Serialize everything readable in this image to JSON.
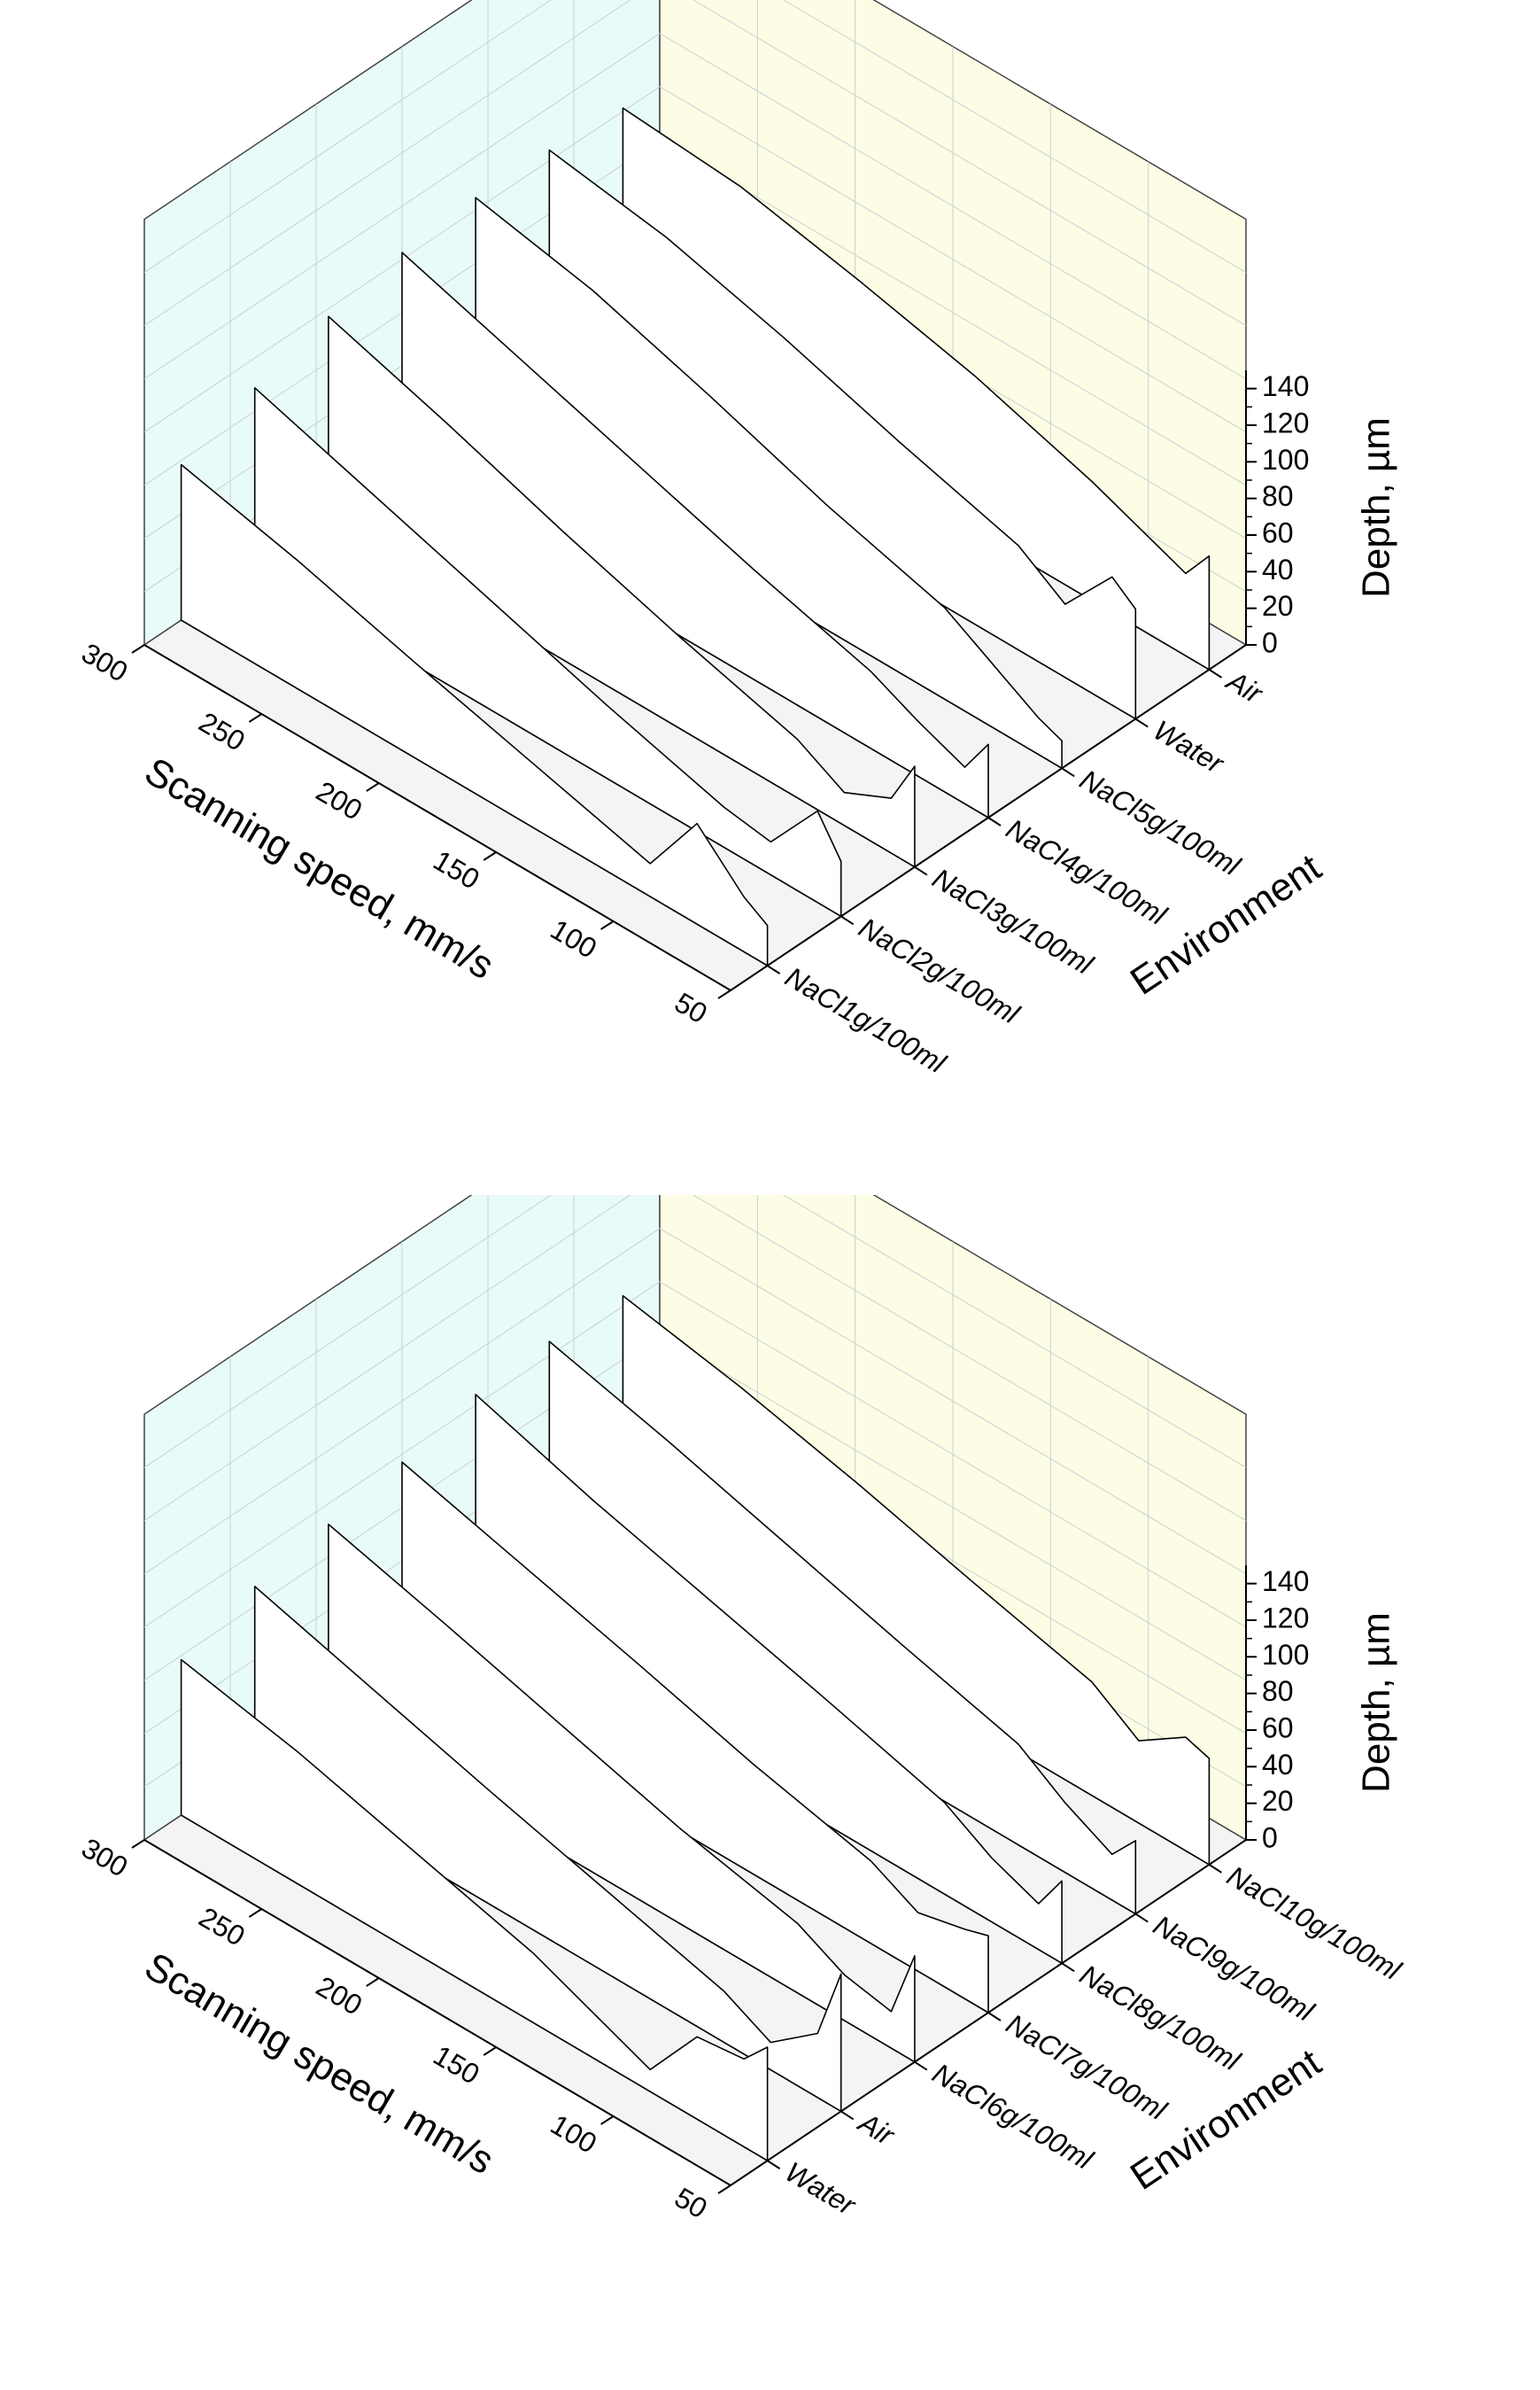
{
  "chart_data": [
    {
      "type": "area",
      "projection": "3d-waterfall",
      "title": "",
      "xlabel": "Scanning speed, mm/s",
      "ylabel": "Environment",
      "zlabel": "Depth, µm",
      "xlim": [
        50,
        300
      ],
      "zlim": [
        0,
        150
      ],
      "x_ticks": [
        "50",
        "100",
        "150",
        "200",
        "250",
        "300"
      ],
      "z_ticks": [
        "0",
        "20",
        "40",
        "60",
        "80",
        "100",
        "120",
        "140"
      ],
      "categories": [
        "NaCl1g/100ml",
        "NaCl2g/100ml",
        "NaCl3g/100ml",
        "NaCl4g/100ml",
        "NaCl5g/100ml",
        "Water",
        "Air"
      ],
      "grid": true,
      "x": [
        300,
        250,
        200,
        150,
        100,
        80,
        60,
        50
      ],
      "series": [
        {
          "name": "NaCl1g/100ml",
          "values": [
            85,
            70,
            52,
            35,
            18,
            55,
            30,
            22
          ]
        },
        {
          "name": "NaCl2g/100ml",
          "values": [
            100,
            80,
            60,
            40,
            22,
            18,
            50,
            30
          ]
        },
        {
          "name": "NaCl3g/100ml",
          "values": [
            112,
            92,
            70,
            50,
            32,
            18,
            30,
            55
          ]
        },
        {
          "name": "NaCl4g/100ml",
          "values": [
            120,
            100,
            80,
            60,
            42,
            30,
            20,
            40
          ]
        },
        {
          "name": "NaCl5g/100ml",
          "values": [
            123,
            110,
            90,
            68,
            50,
            35,
            20,
            15
          ]
        },
        {
          "name": "Water",
          "values": [
            122,
            112,
            95,
            75,
            57,
            40,
            70,
            60
          ]
        },
        {
          "name": "Air",
          "values": [
            118,
            113,
            100,
            85,
            65,
            55,
            45,
            62
          ]
        }
      ]
    },
    {
      "type": "area",
      "projection": "3d-waterfall",
      "title": "",
      "xlabel": "Scanning speed, mm/s",
      "ylabel": "Environment",
      "zlabel": "Depth, µm",
      "xlim": [
        50,
        300
      ],
      "zlim": [
        0,
        150
      ],
      "x_ticks": [
        "50",
        "100",
        "150",
        "200",
        "250",
        "300"
      ],
      "z_ticks": [
        "0",
        "20",
        "40",
        "60",
        "80",
        "100",
        "120",
        "140"
      ],
      "categories": [
        "Water",
        "Air",
        "NaCl6g/100ml",
        "NaCl7g/100ml",
        "NaCl8g/100ml",
        "NaCl9g/100ml",
        "NaCl10g/100ml"
      ],
      "grid": true,
      "x": [
        300,
        250,
        200,
        150,
        100,
        80,
        60,
        50
      ],
      "series": [
        {
          "name": "Water",
          "values": [
            85,
            72,
            55,
            38,
            12,
            45,
            48,
            62
          ]
        },
        {
          "name": "Air",
          "values": [
            98,
            80,
            62,
            45,
            28,
            15,
            35,
            75
          ]
        },
        {
          "name": "NaCl6g/100ml",
          "values": [
            105,
            88,
            70,
            52,
            38,
            25,
            20,
            58
          ]
        },
        {
          "name": "NaCl7g/100ml",
          "values": [
            112,
            95,
            78,
            60,
            45,
            32,
            38,
            42
          ]
        },
        {
          "name": "NaCl8g/100ml",
          "values": [
            122,
            102,
            85,
            68,
            50,
            35,
            25,
            45
          ]
        },
        {
          "name": "NaCl9g/100ml",
          "values": [
            124,
            108,
            90,
            72,
            55,
            38,
            25,
            40
          ]
        },
        {
          "name": "NaCl10g/100ml",
          "values": [
            122,
            110,
            95,
            78,
            62,
            45,
            62,
            58
          ]
        }
      ]
    }
  ]
}
